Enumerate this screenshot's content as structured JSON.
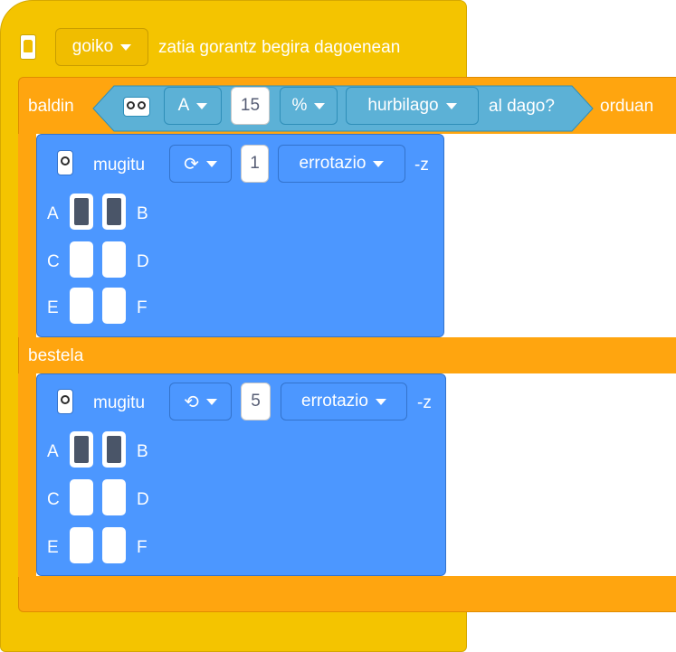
{
  "hat": {
    "face_option": "goiko",
    "trailing_text": "zatia gorantz begira dagoenean"
  },
  "if_block": {
    "label_if": "baldin",
    "label_then": "orduan",
    "label_else": "bestela",
    "condition": {
      "port": "A",
      "value": "15",
      "unit": "%",
      "comparison": "hurbilago",
      "suffix": "al dago?"
    }
  },
  "motor_then": {
    "label": "mugitu",
    "direction_icon": "clockwise-icon",
    "amount": "1",
    "unit": "errotazio",
    "suffix": "-z",
    "ports": [
      {
        "name": "A",
        "selected": true
      },
      {
        "name": "B",
        "selected": true
      },
      {
        "name": "C",
        "selected": false
      },
      {
        "name": "D",
        "selected": false
      },
      {
        "name": "E",
        "selected": false
      },
      {
        "name": "F",
        "selected": false
      }
    ]
  },
  "motor_else": {
    "label": "mugitu",
    "direction_icon": "counterclockwise-icon",
    "amount": "5",
    "unit": "errotazio",
    "suffix": "-z",
    "ports": [
      {
        "name": "A",
        "selected": true
      },
      {
        "name": "B",
        "selected": true
      },
      {
        "name": "C",
        "selected": false
      },
      {
        "name": "D",
        "selected": false
      },
      {
        "name": "E",
        "selected": false
      },
      {
        "name": "F",
        "selected": false
      }
    ]
  },
  "colors": {
    "events_yellow": "#f4c400",
    "control_orange": "#ffa50f",
    "motor_blue": "#4c97ff",
    "sensor_lightblue": "#5cb1d6"
  }
}
